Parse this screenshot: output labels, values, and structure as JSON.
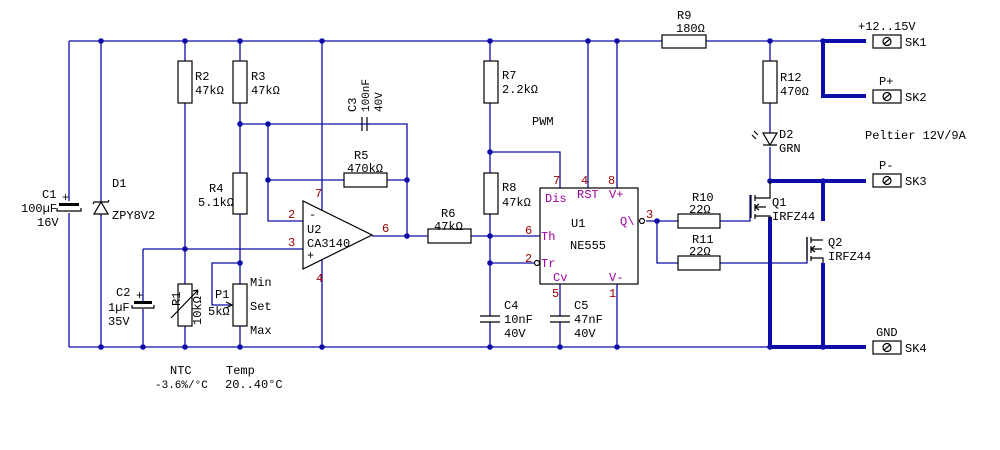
{
  "title_pwm": "PWM",
  "peltier": "Peltier 12V/9A",
  "components": {
    "C1": {
      "ref": "C1",
      "value": "100µF",
      "rating": "16V"
    },
    "D1": {
      "ref": "D1",
      "value": "ZPY8V2"
    },
    "C2": {
      "ref": "C2",
      "value": "1µF",
      "rating": "35V"
    },
    "R1": {
      "ref": "R1",
      "value": "10kΩ"
    },
    "R2": {
      "ref": "R2",
      "value": "47kΩ"
    },
    "R3": {
      "ref": "R3",
      "value": "47kΩ"
    },
    "R4": {
      "ref": "R4",
      "value": "5.1kΩ"
    },
    "P1": {
      "ref": "P1",
      "value": "5kΩ",
      "min": "Min",
      "set": "Set",
      "max": "Max"
    },
    "C3": {
      "ref": "C3",
      "value": "100nF",
      "rating": "40V"
    },
    "R5": {
      "ref": "R5",
      "value": "470kΩ"
    },
    "U2": {
      "ref": "U2",
      "value": "CA3140",
      "minus": "-",
      "plus": "+",
      "pins": {
        "p7": "7",
        "p2": "2",
        "p3": "3",
        "p6": "6",
        "p4": "4"
      }
    },
    "R6": {
      "ref": "R6",
      "value": "47kΩ"
    },
    "R7": {
      "ref": "R7",
      "value": "2.2kΩ"
    },
    "R8": {
      "ref": "R8",
      "value": "47kΩ"
    },
    "C4": {
      "ref": "C4",
      "value": "10nF",
      "rating": "40V"
    },
    "C5": {
      "ref": "C5",
      "value": "47nF",
      "rating": "40V"
    },
    "U1": {
      "ref": "U1",
      "value": "NE555",
      "pin_labels": {
        "dis": "Dis",
        "rst": "RST",
        "vp": "V+",
        "th": "Th",
        "tr": "Tr",
        "cv": "Cv",
        "vm": "V-",
        "q": "Q\\"
      },
      "pins": {
        "p7": "7",
        "p4": "4",
        "p8": "8",
        "p6": "6",
        "p2": "2",
        "p5": "5",
        "p1": "1",
        "p3": "3"
      }
    },
    "R9": {
      "ref": "R9",
      "value": "180Ω"
    },
    "R10": {
      "ref": "R10",
      "value": "22Ω"
    },
    "R11": {
      "ref": "R11",
      "value": "22Ω"
    },
    "R12": {
      "ref": "R12",
      "value": "470Ω"
    },
    "D2": {
      "ref": "D2",
      "value": "GRN"
    },
    "Q1": {
      "ref": "Q1",
      "value": "IRFZ44"
    },
    "Q2": {
      "ref": "Q2",
      "value": "IRFZ44"
    }
  },
  "ntc": {
    "label": "NTC",
    "coef": "-3.6%/°C"
  },
  "temp": {
    "label": "Temp",
    "range": "20..40°C"
  },
  "connectors": [
    {
      "ref": "SK1",
      "net": "+12..15V"
    },
    {
      "ref": "SK2",
      "net": "P+"
    },
    {
      "ref": "SK3",
      "net": "P-"
    },
    {
      "ref": "SK4",
      "net": "GND"
    }
  ],
  "colors": {
    "wire": "#0d0da8",
    "pin_number": "#a00000",
    "pin_label": "#a000a0",
    "component": "#000000"
  }
}
